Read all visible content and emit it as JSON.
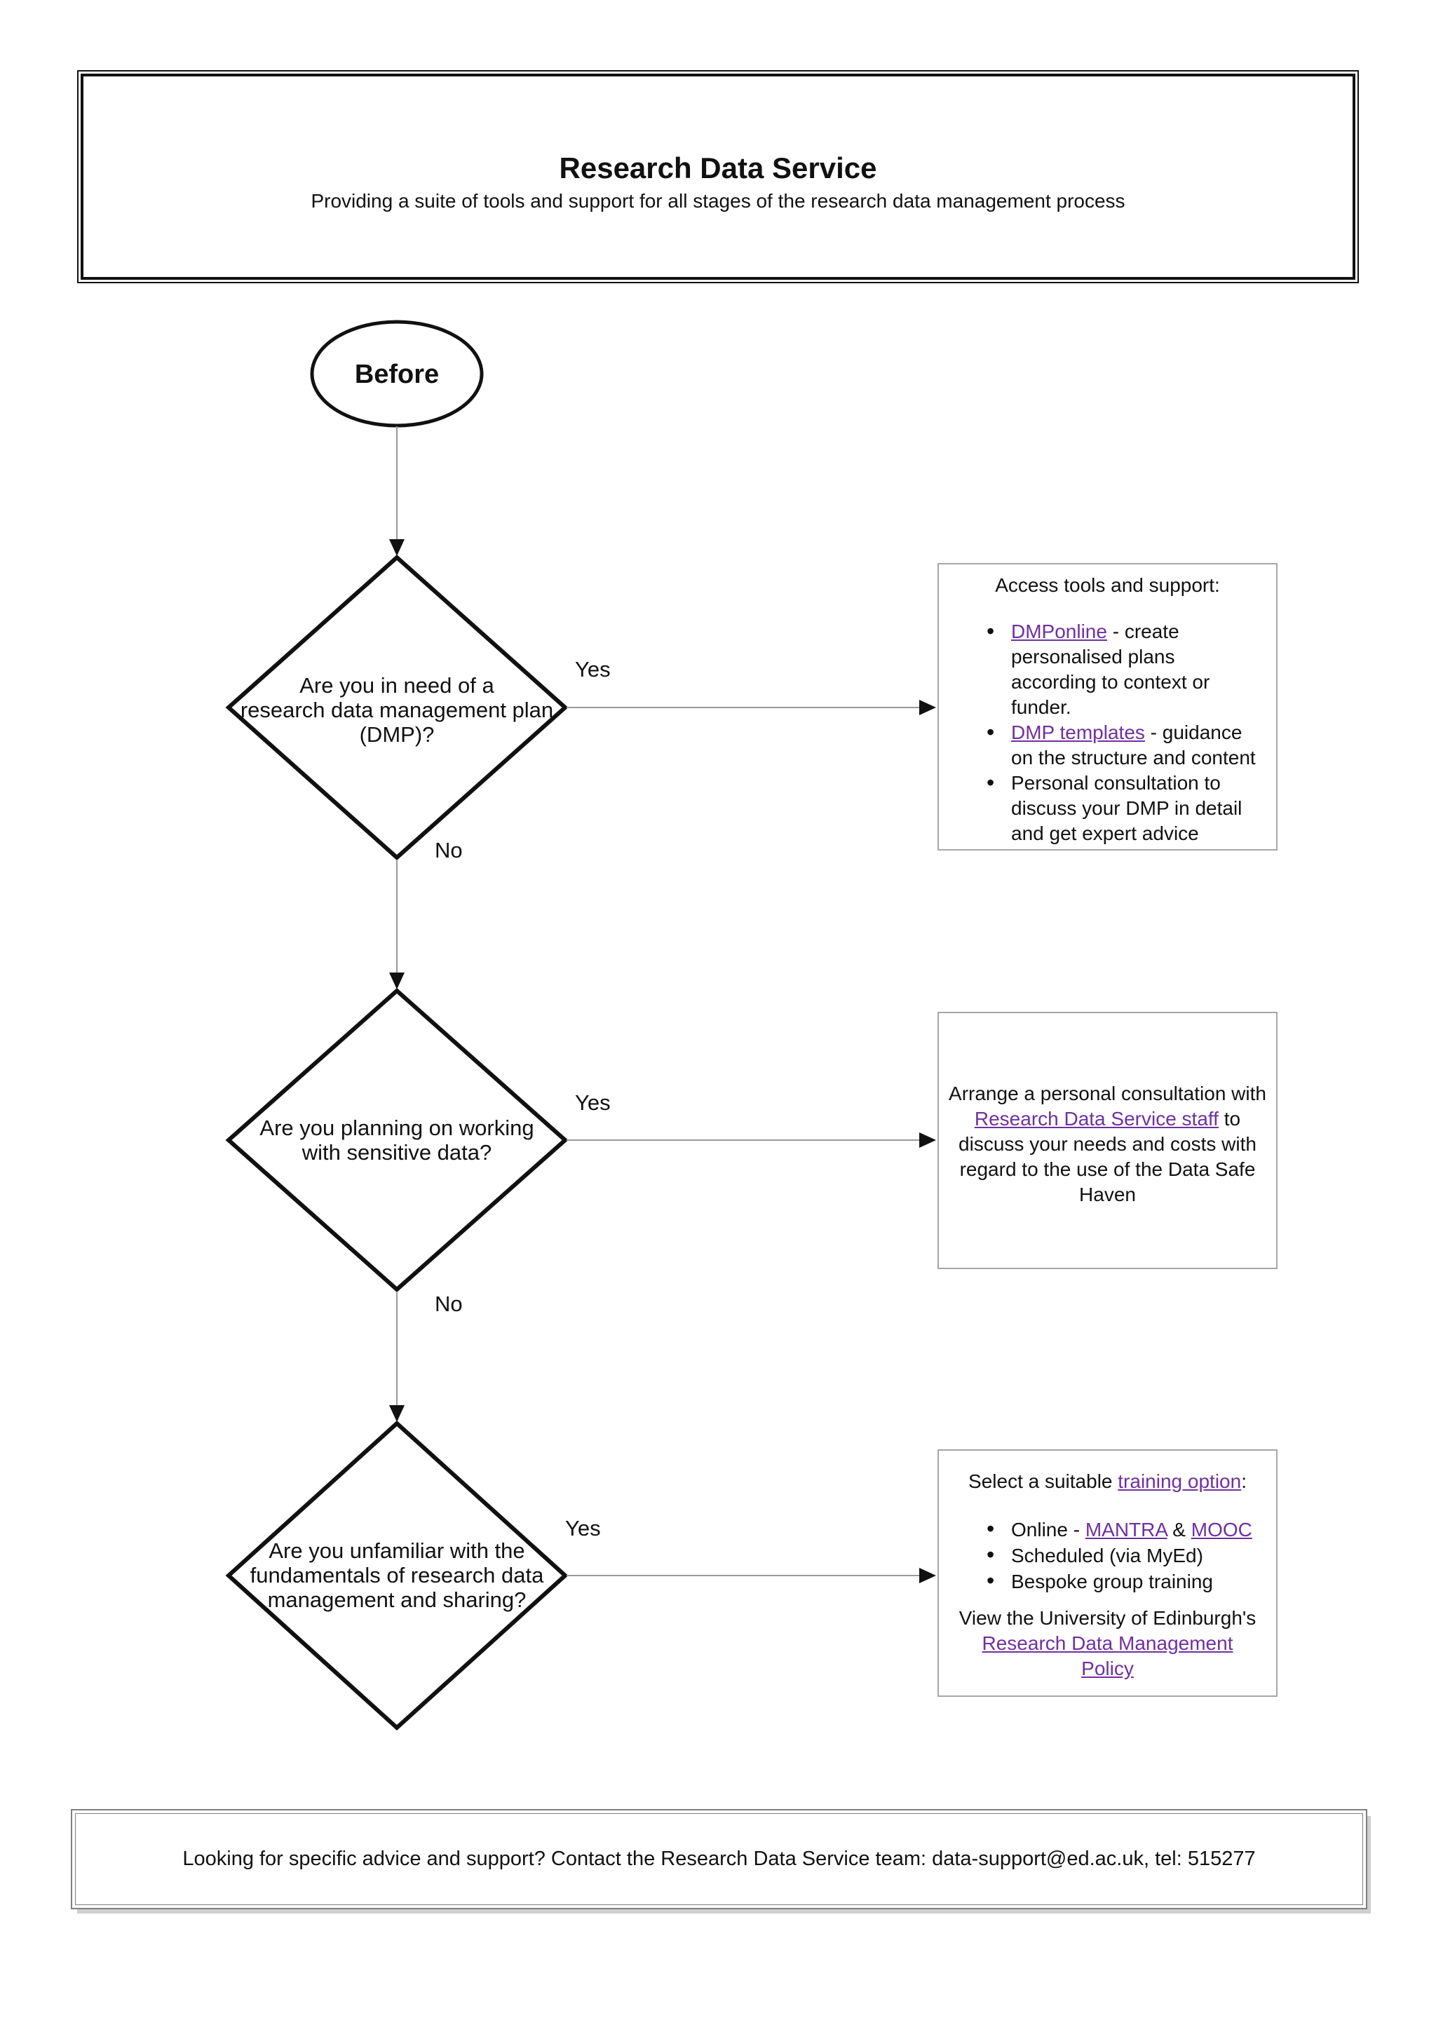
{
  "header": {
    "title": "Research Data Service",
    "subtitle": "Providing a suite of tools and support for all stages of the research data management process"
  },
  "flow": {
    "start_label": "Before",
    "decisions": [
      {
        "lines": [
          "Are you in need of a",
          "research data management plan",
          "(DMP)?"
        ],
        "yes_label": "Yes",
        "no_label": "No"
      },
      {
        "lines": [
          "Are you planning on working",
          "with sensitive data?"
        ],
        "yes_label": "Yes",
        "no_label": "No"
      },
      {
        "lines": [
          "Are you unfamiliar with the",
          "fundamentals of research data",
          "management and sharing?"
        ],
        "yes_label": "Yes"
      }
    ],
    "outcomes": [
      {
        "title": "Access tools and support:",
        "bullets": [
          {
            "link": "DMPonline",
            "text": " - create personalised plans according to context or funder."
          },
          {
            "link": "DMP templates",
            "text": " - guidance on the structure and content"
          },
          {
            "text": "Personal consultation to discuss your DMP in detail and get expert advice"
          }
        ]
      },
      {
        "before": "Arrange a personal consultation with ",
        "link": "Research Data Service staff",
        "after": " to discuss your needs and costs with regard to the use of the Data Safe Haven"
      },
      {
        "title_before": "Select a suitable ",
        "title_link": "training option",
        "title_after": ":",
        "bullets": [
          {
            "before": "Online - ",
            "link1": "MANTRA",
            "mid": " & ",
            "link2": "MOOC"
          },
          {
            "text": "Scheduled (via MyEd)"
          },
          {
            "text": "Bespoke group training"
          }
        ],
        "note_before": "View the University of Edinburgh's ",
        "note_link": "Research Data Management Policy"
      }
    ]
  },
  "footer": {
    "text": "Looking for specific advice and support? Contact the Research Data Service team: data-support@ed.ac.uk, tel: 515277"
  },
  "colors": {
    "link_purple": "#7030a0",
    "connector_gray": "#999999",
    "shape_outline": "#111111",
    "box_border_gray": "#a6a6a6"
  }
}
